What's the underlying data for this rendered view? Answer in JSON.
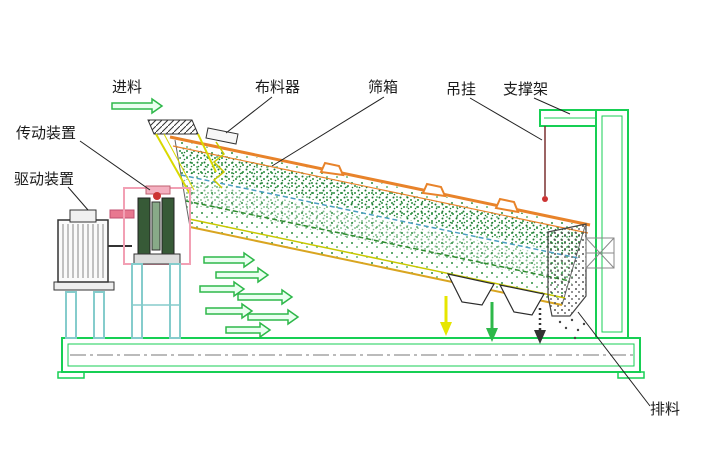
{
  "labels": {
    "feed": "进料",
    "distributor": "布料器",
    "screen_box": "筛箱",
    "hanging": "吊挂",
    "support_frame": "支撑架",
    "transmission": "传动装置",
    "drive": "驱动装置",
    "discharge": "排料"
  },
  "colors": {
    "frame_green": "#17cf54",
    "screen_top_orange": "#e8832a",
    "feed_yellow": "#d9d900",
    "leg_cyan": "#85cccc",
    "transmission_pink": "#f2a0b4",
    "accent_red": "#cc3333",
    "particle_green": "#1e7a33",
    "arrow_green": "#2eb84a",
    "line_dark": "#222222"
  }
}
